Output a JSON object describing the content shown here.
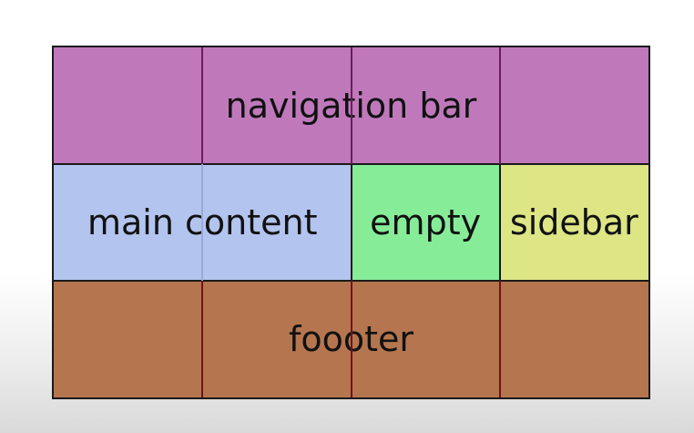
{
  "areas": {
    "nav": {
      "label": "navigation bar",
      "color": "#bf79bb"
    },
    "main": {
      "label": "main content",
      "color": "#b3c4ee"
    },
    "empty": {
      "label": "empty",
      "color": "#86ec98"
    },
    "sidebar": {
      "label": "sidebar",
      "color": "#dde585"
    },
    "footer": {
      "label": "foooter",
      "color": "#b5764f"
    }
  },
  "grid_line_colors": {
    "nav": "#6b1c5e",
    "main": "#9aaad8",
    "footer": "#6e1414",
    "border": "#1a1a1a"
  }
}
